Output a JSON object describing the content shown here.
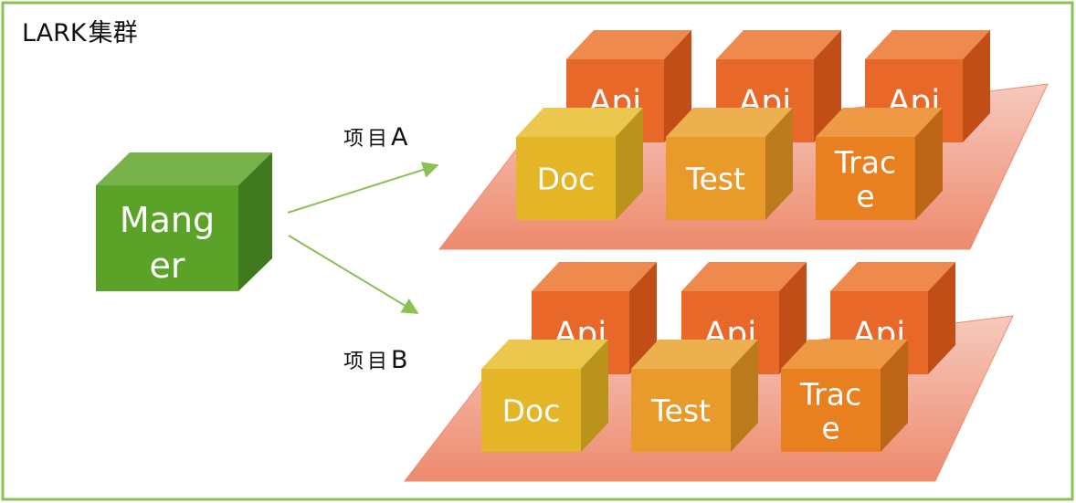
{
  "title": {
    "latin": "LARK",
    "cjk": "集群"
  },
  "manager": {
    "label_line1": "Mang",
    "label_line2": "er"
  },
  "projects": [
    {
      "label_cjk": "项目",
      "label_latin": "A",
      "api_labels": [
        "Api",
        "Api",
        "Api"
      ],
      "front_labels": [
        {
          "line1": "Doc",
          "line2": ""
        },
        {
          "line1": "Test",
          "line2": ""
        },
        {
          "line1": "Trac",
          "line2": "e"
        }
      ]
    },
    {
      "label_cjk": "项目",
      "label_latin": "B",
      "api_labels": [
        "Api",
        "Api",
        "Api"
      ],
      "front_labels": [
        {
          "line1": "Doc",
          "line2": ""
        },
        {
          "line1": "Test",
          "line2": ""
        },
        {
          "line1": "Trac",
          "line2": "e"
        }
      ]
    }
  ],
  "colors": {
    "frame": "#8cc152",
    "manager_front": "#5aa228",
    "manager_top": "#78b24a",
    "manager_side": "#3f7a1e",
    "arrow": "#8cc152",
    "platform_light": "#f6c9bd",
    "platform_dark": "#ee8a6e",
    "api_front": "#e8682a",
    "api_top": "#ef8a4e",
    "api_side": "#c24e17",
    "doc_front": "#e4b526",
    "doc_top": "#ebc74e",
    "doc_side": "#b9931c",
    "test_front": "#e89a2a",
    "test_top": "#edb04e",
    "test_side": "#bb7b1d",
    "trace_front": "#e8801f",
    "trace_top": "#ee9a44",
    "trace_side": "#bd6516"
  }
}
